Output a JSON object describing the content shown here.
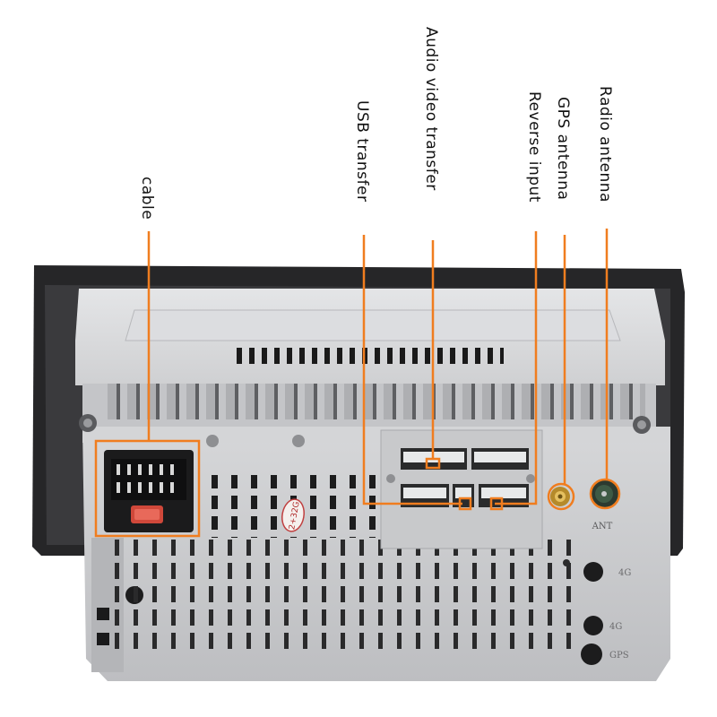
{
  "labels": {
    "cable": "cable",
    "usb": "USB transfer",
    "audio_video": "Audio video transfer",
    "reverse": "Reverse input",
    "gps": "GPS antenna",
    "radio": "Radio antenna"
  },
  "markings": {
    "sticker": "2+32G",
    "ant": "ANT",
    "port_4g_a": "4G",
    "port_4g_b": "4G",
    "gps_port": "GPS"
  },
  "colors": {
    "accent": "#f07d1f",
    "chassis": "#c9cacc",
    "frame": "#2a2a2c"
  }
}
